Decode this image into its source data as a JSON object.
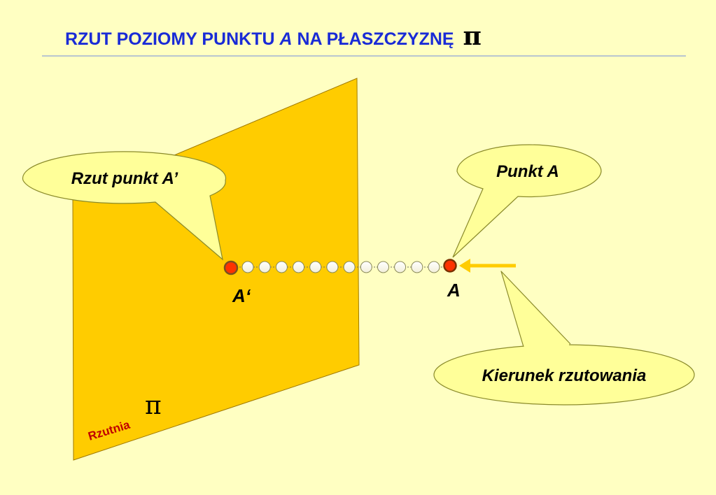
{
  "title": {
    "before": "RZUT POZIOMY PUNKTU ",
    "point": "A",
    "after": " NA PŁASZCZYZNĘ ",
    "symbol": "π"
  },
  "callouts": {
    "projection": "Rzut punkt A’",
    "point": "Punkt A",
    "direction": "Kierunek rzutowania"
  },
  "labels": {
    "projected_point": "A‘",
    "point": "A",
    "plane_name": "Rzutnia",
    "plane_symbol": "π"
  },
  "colors": {
    "background": "#FFFFC2",
    "title": "#1a2bd6",
    "plane": "#FFCC00",
    "callout_fill": "#FFFF99",
    "point_fill": "#FF3300",
    "arrow": "#FFCC00"
  },
  "projection_line": {
    "bead_count": 12
  }
}
